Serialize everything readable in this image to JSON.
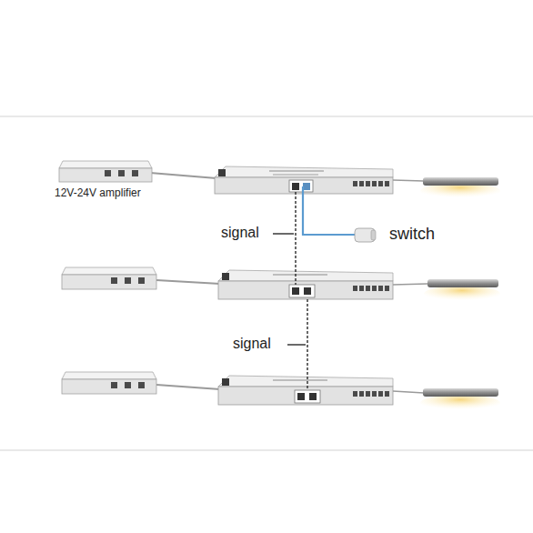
{
  "diagram": {
    "labels": [
      "12V-24V amplifier",
      "signal",
      "switch",
      "signal"
    ]
  }
}
